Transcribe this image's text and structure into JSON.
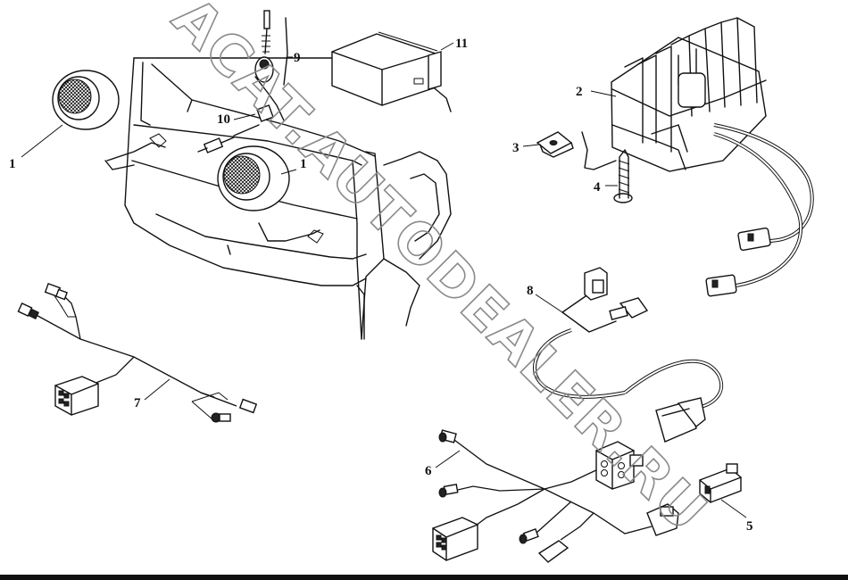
{
  "watermark": {
    "text": "ACAT.AUTODEALER.RU"
  },
  "callouts": [
    {
      "id": "1a",
      "label": "1"
    },
    {
      "id": "1b",
      "label": "1"
    },
    {
      "id": "2",
      "label": "2"
    },
    {
      "id": "3",
      "label": "3"
    },
    {
      "id": "4",
      "label": "4"
    },
    {
      "id": "5",
      "label": "5"
    },
    {
      "id": "6",
      "label": "6"
    },
    {
      "id": "7",
      "label": "7"
    },
    {
      "id": "8",
      "label": "8"
    },
    {
      "id": "9",
      "label": "9"
    },
    {
      "id": "10",
      "label": "10"
    },
    {
      "id": "11",
      "label": "11"
    }
  ]
}
